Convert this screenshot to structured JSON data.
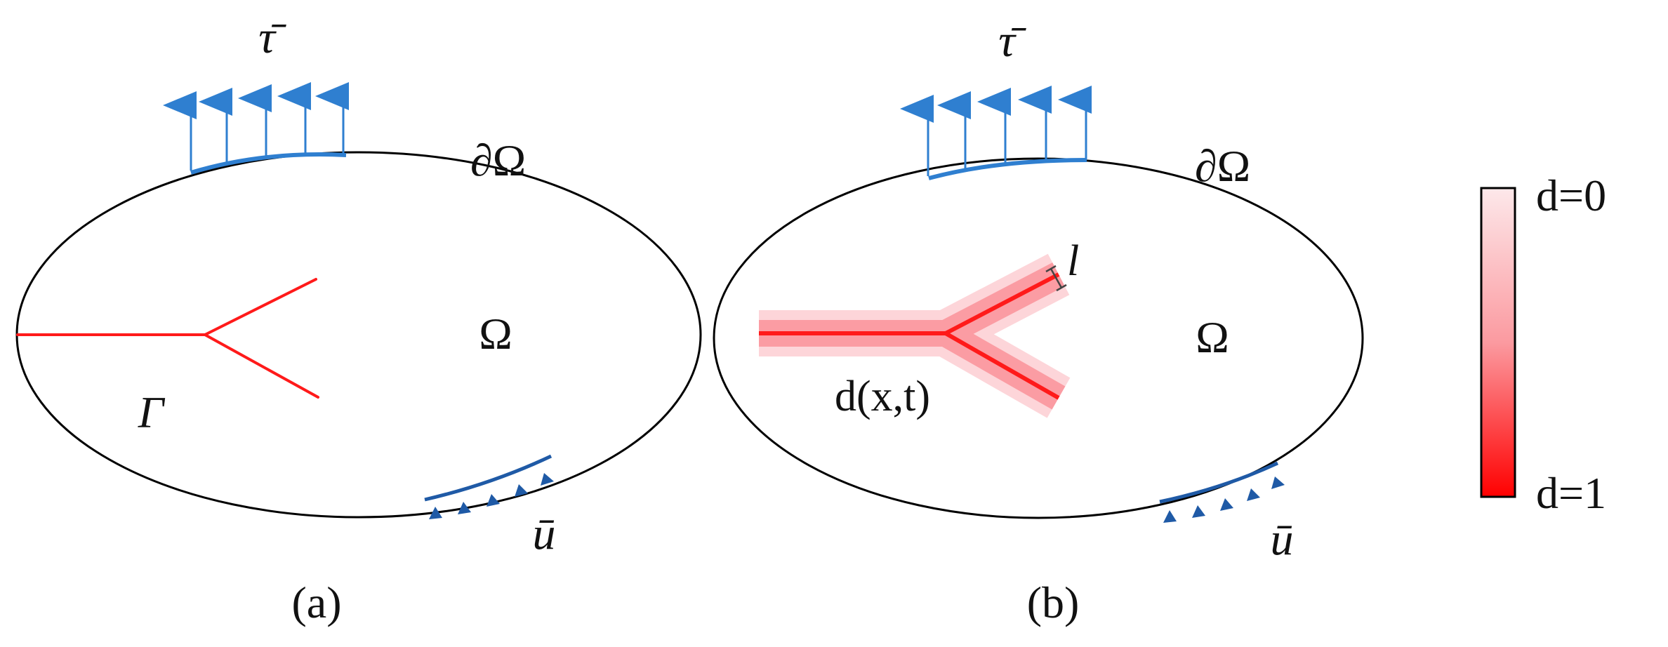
{
  "panel_a": {
    "caption": "(a)",
    "traction_label": "τ̄",
    "boundary_label": "∂Ω",
    "domain_label": "Ω",
    "crack_label": "Γ",
    "displacement_label": "ū"
  },
  "panel_b": {
    "caption": "(b)",
    "traction_label": "τ̄",
    "boundary_label": "∂Ω",
    "domain_label": "Ω",
    "phase_field_label": "d(x,t)",
    "length_scale_label": "l",
    "displacement_label": "ū"
  },
  "colorbar": {
    "top_label": "d=0",
    "bottom_label": "d=1",
    "top_color": "#fde8ea",
    "bottom_color": "#ff0000"
  },
  "colors": {
    "outline": "#000000",
    "crack": "#ff1a1a",
    "traction": "#2f7fd0",
    "support": "#1f5aa6"
  }
}
